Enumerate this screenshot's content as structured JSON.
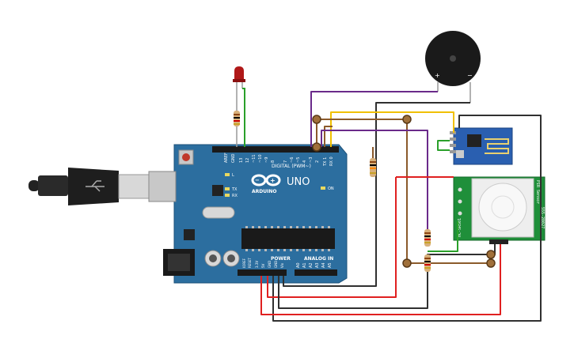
{
  "board": {
    "brand": "ARDUINO",
    "model": "UNO",
    "digital_header": "DIGITAL (PWM~)",
    "power_header": "POWER",
    "analog_header": "ANALOG IN",
    "on_label": "ON",
    "tx_label": "TX",
    "rx_label": "RX",
    "l_label": "L",
    "aref": "AREF",
    "gnd_top": "GND",
    "digital_pins": [
      "13",
      "12",
      "~11",
      "~10",
      "~9",
      "8",
      "7",
      "~6",
      "~5",
      "4",
      "~3",
      "2",
      "TX 1",
      "RX 0"
    ],
    "power_pins": [
      "IOREF",
      "RESET",
      "3.3V",
      "5V",
      "GND",
      "GND",
      "Vin"
    ],
    "analog_pins": [
      "A0",
      "A1",
      "A2",
      "A3",
      "A4",
      "A5"
    ]
  },
  "pir": {
    "label_left": "HC-SR501",
    "label_right_1": "PIR Sensor",
    "label_right_2": "555-28027"
  },
  "buzzer": {
    "plus": "+",
    "minus": "−"
  },
  "colors": {
    "board": "#2c6e9f",
    "wire_red": "#e02020",
    "wire_black": "#303030",
    "wire_purple": "#6a2a8a",
    "wire_yellow": "#f0c000",
    "wire_green": "#2aa02a",
    "wire_brown": "#8b5a2b",
    "pir_board": "#1f8f3a",
    "esp_board": "#2a5fb0"
  }
}
